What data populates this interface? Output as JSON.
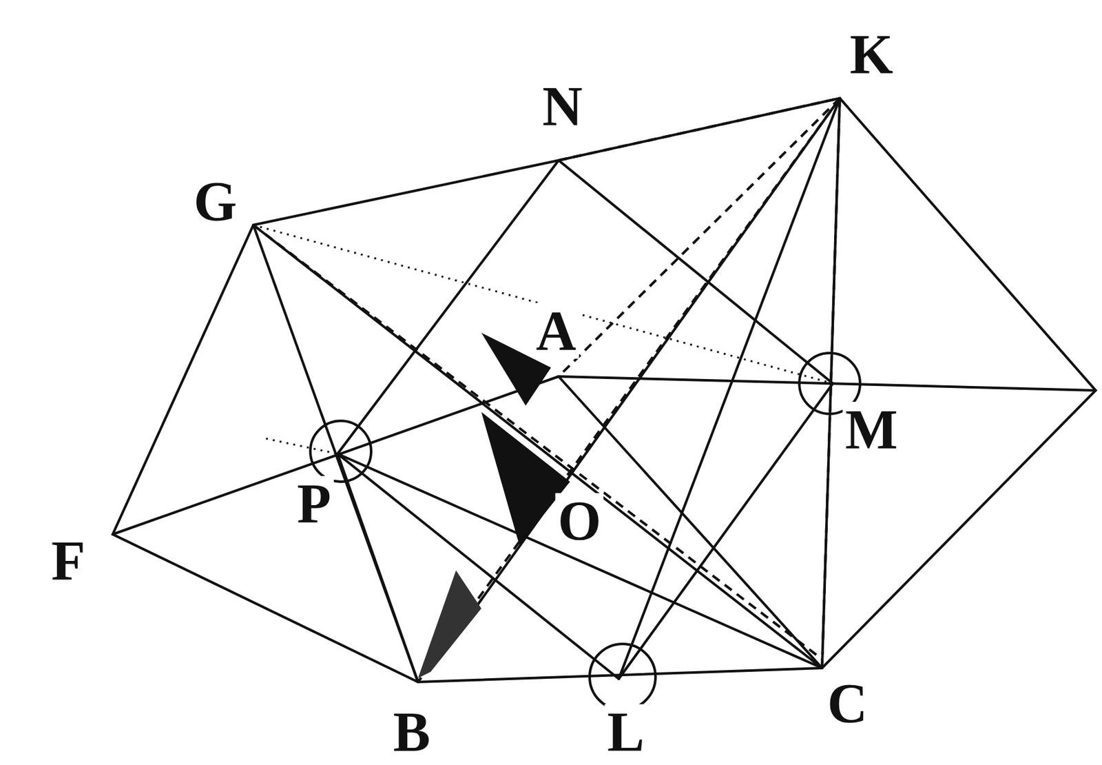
{
  "diagram": {
    "labels": [
      "K",
      "N",
      "G",
      "A",
      "M",
      "P",
      "F",
      "O",
      "B",
      "L",
      "C"
    ]
  }
}
